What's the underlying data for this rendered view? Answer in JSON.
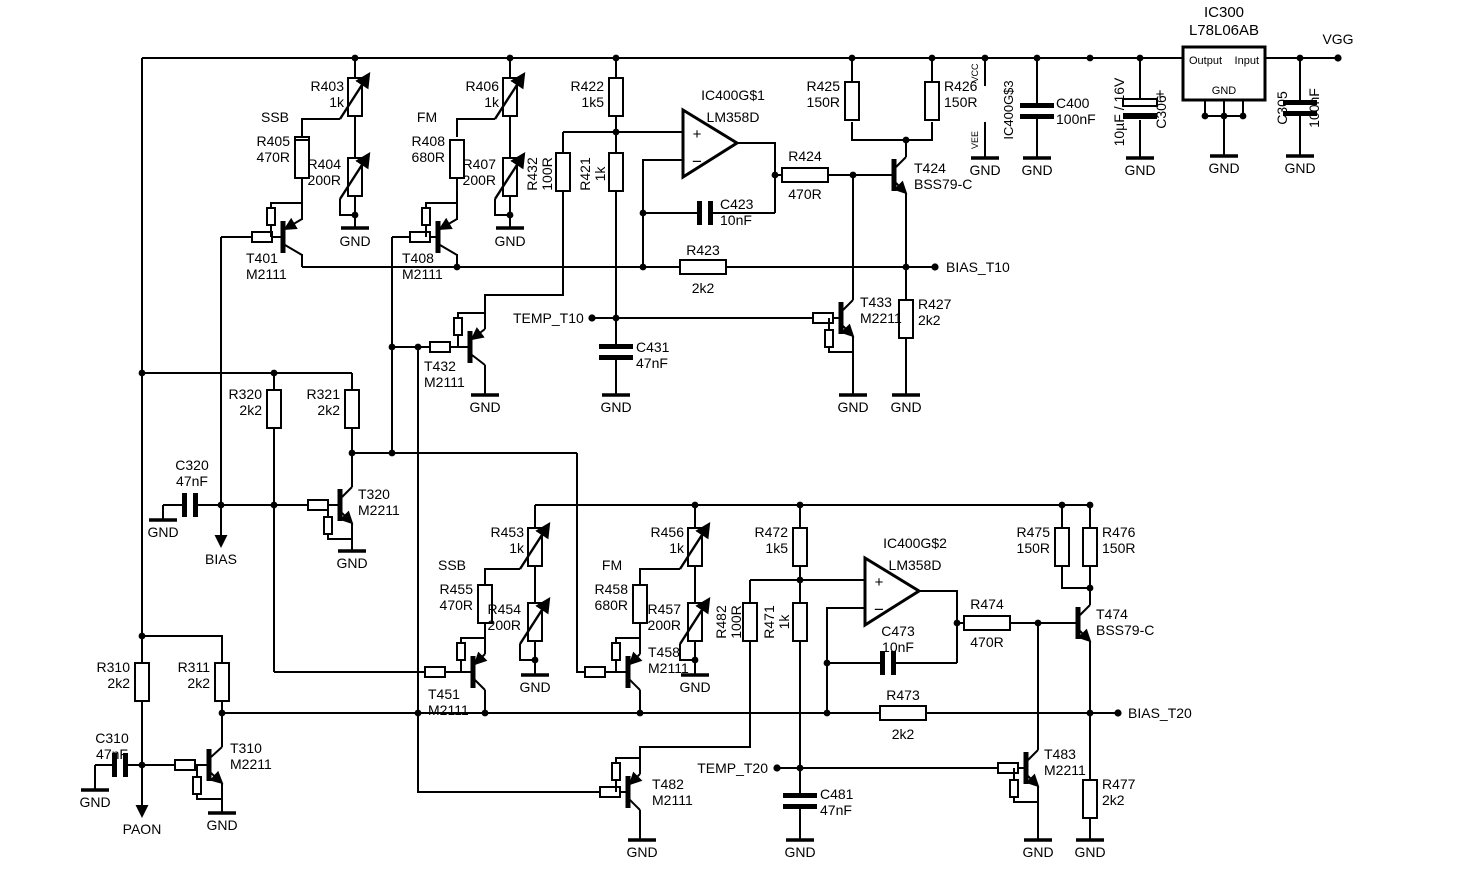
{
  "document": {
    "type": "circuit schematic",
    "background": "#ffffff",
    "ink": "#000000"
  },
  "nets": {
    "vgg": "VGG",
    "gnd": "GND",
    "bias": "BIAS",
    "paon": "PAON",
    "bias_t10": "BIAS_T10",
    "temp_t10": "TEMP_T10",
    "bias_t20": "BIAS_T20",
    "temp_t20": "TEMP_T20",
    "ssb": "SSB",
    "fm": "FM"
  },
  "ics": {
    "ic300": {
      "ref": "IC300",
      "part": "L78L06AB",
      "pin_output": "Output",
      "pin_input": "Input",
      "pin_gnd": "GND"
    },
    "opamp1": {
      "ref": "IC400G$1",
      "part": "LM358D",
      "plus": "+",
      "minus": "−"
    },
    "opamp2": {
      "ref": "IC400G$2",
      "part": "LM358D",
      "plus": "+",
      "minus": "−"
    },
    "pwr": {
      "ref": "IC400G$3",
      "pin_vcc": "VCC",
      "pin_vee": "VEE"
    }
  },
  "resistors": {
    "R403": {
      "ref": "R403",
      "value": "1k"
    },
    "R404": {
      "ref": "R404",
      "value": "200R"
    },
    "R405": {
      "ref": "R405",
      "value": "470R"
    },
    "R406": {
      "ref": "R406",
      "value": "1k"
    },
    "R407": {
      "ref": "R407",
      "value": "200R"
    },
    "R408": {
      "ref": "R408",
      "value": "680R"
    },
    "R421": {
      "ref": "R421",
      "value": "1k"
    },
    "R422": {
      "ref": "R422",
      "value": "1k5"
    },
    "R423": {
      "ref": "R423",
      "value": "2k2"
    },
    "R424": {
      "ref": "R424",
      "value": "470R"
    },
    "R425": {
      "ref": "R425",
      "value": "150R"
    },
    "R426": {
      "ref": "R426",
      "value": "150R"
    },
    "R427": {
      "ref": "R427",
      "value": "2k2"
    },
    "R432": {
      "ref": "R432",
      "value": "100R"
    },
    "R310": {
      "ref": "R310",
      "value": "2k2"
    },
    "R311": {
      "ref": "R311",
      "value": "2k2"
    },
    "R320": {
      "ref": "R320",
      "value": "2k2"
    },
    "R321": {
      "ref": "R321",
      "value": "2k2"
    },
    "R453": {
      "ref": "R453",
      "value": "1k"
    },
    "R454": {
      "ref": "R454",
      "value": "200R"
    },
    "R455": {
      "ref": "R455",
      "value": "470R"
    },
    "R456": {
      "ref": "R456",
      "value": "1k"
    },
    "R457": {
      "ref": "R457",
      "value": "200R"
    },
    "R458": {
      "ref": "R458",
      "value": "680R"
    },
    "R471": {
      "ref": "R471",
      "value": "1k"
    },
    "R472": {
      "ref": "R472",
      "value": "1k5"
    },
    "R473": {
      "ref": "R473",
      "value": "2k2"
    },
    "R474": {
      "ref": "R474",
      "value": "470R"
    },
    "R475": {
      "ref": "R475",
      "value": "150R"
    },
    "R476": {
      "ref": "R476",
      "value": "150R"
    },
    "R477": {
      "ref": "R477",
      "value": "2k2"
    },
    "R482": {
      "ref": "R482",
      "value": "100R"
    }
  },
  "capacitors": {
    "C305": {
      "ref": "C305",
      "value": "100nF"
    },
    "C306": {
      "ref": "C306",
      "value": "10µF / 16V",
      "polarity": "+"
    },
    "C310": {
      "ref": "C310",
      "value": "47nF"
    },
    "C320": {
      "ref": "C320",
      "value": "47nF"
    },
    "C400": {
      "ref": "C400",
      "value": "100nF"
    },
    "C423": {
      "ref": "C423",
      "value": "10nF"
    },
    "C431": {
      "ref": "C431",
      "value": "47nF"
    },
    "C473": {
      "ref": "C473",
      "value": "10nF"
    },
    "C481": {
      "ref": "C481",
      "value": "47nF"
    }
  },
  "transistors": {
    "T310": {
      "ref": "T310",
      "part": "M2211"
    },
    "T320": {
      "ref": "T320",
      "part": "M2211"
    },
    "T401": {
      "ref": "T401",
      "part": "M2111"
    },
    "T408": {
      "ref": "T408",
      "part": "M2111"
    },
    "T424": {
      "ref": "T424",
      "part": "BSS79-C"
    },
    "T432": {
      "ref": "T432",
      "part": "M2111"
    },
    "T433": {
      "ref": "T433",
      "part": "M2211"
    },
    "T451": {
      "ref": "T451",
      "part": "M2111"
    },
    "T458": {
      "ref": "T458",
      "part": "M2111"
    },
    "T474": {
      "ref": "T474",
      "part": "BSS79-C"
    },
    "T482": {
      "ref": "T482",
      "part": "M2111"
    },
    "T483": {
      "ref": "T483",
      "part": "M2211"
    }
  }
}
